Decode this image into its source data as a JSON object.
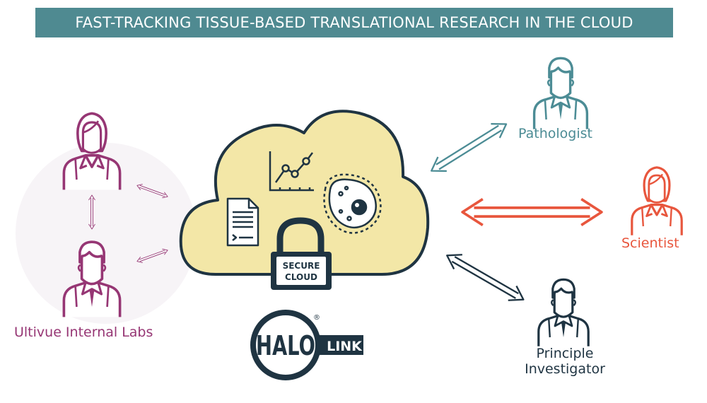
{
  "banner": {
    "title": "FAST-TRACKING TISSUE-BASED TRANSLATIONAL RESEARCH IN THE CLOUD"
  },
  "labels": {
    "ultivue": "Ultivue Internal Labs",
    "pathologist": "Pathologist",
    "scientist": "Scientist",
    "pi_line1": "Principle",
    "pi_line2": "Investigator"
  },
  "lock": {
    "line1": "SECURE",
    "line2": "CLOUD"
  },
  "logo": {
    "word1": "HALO",
    "word2": "LINK",
    "mark": "®"
  },
  "icons": [
    "female-person-icon",
    "male-person-icon",
    "cloud-icon",
    "document-icon",
    "line-chart-icon",
    "cell-icon",
    "padlock-icon",
    "double-arrow-icon"
  ],
  "colors": {
    "banner": "#4f8a91",
    "ultivue": "#963674",
    "pathologist": "#4c8c95",
    "scientist": "#e8563d",
    "investigator": "#1f3442",
    "cloud_fill": "#f3e7a7",
    "dark": "#1f3442"
  }
}
